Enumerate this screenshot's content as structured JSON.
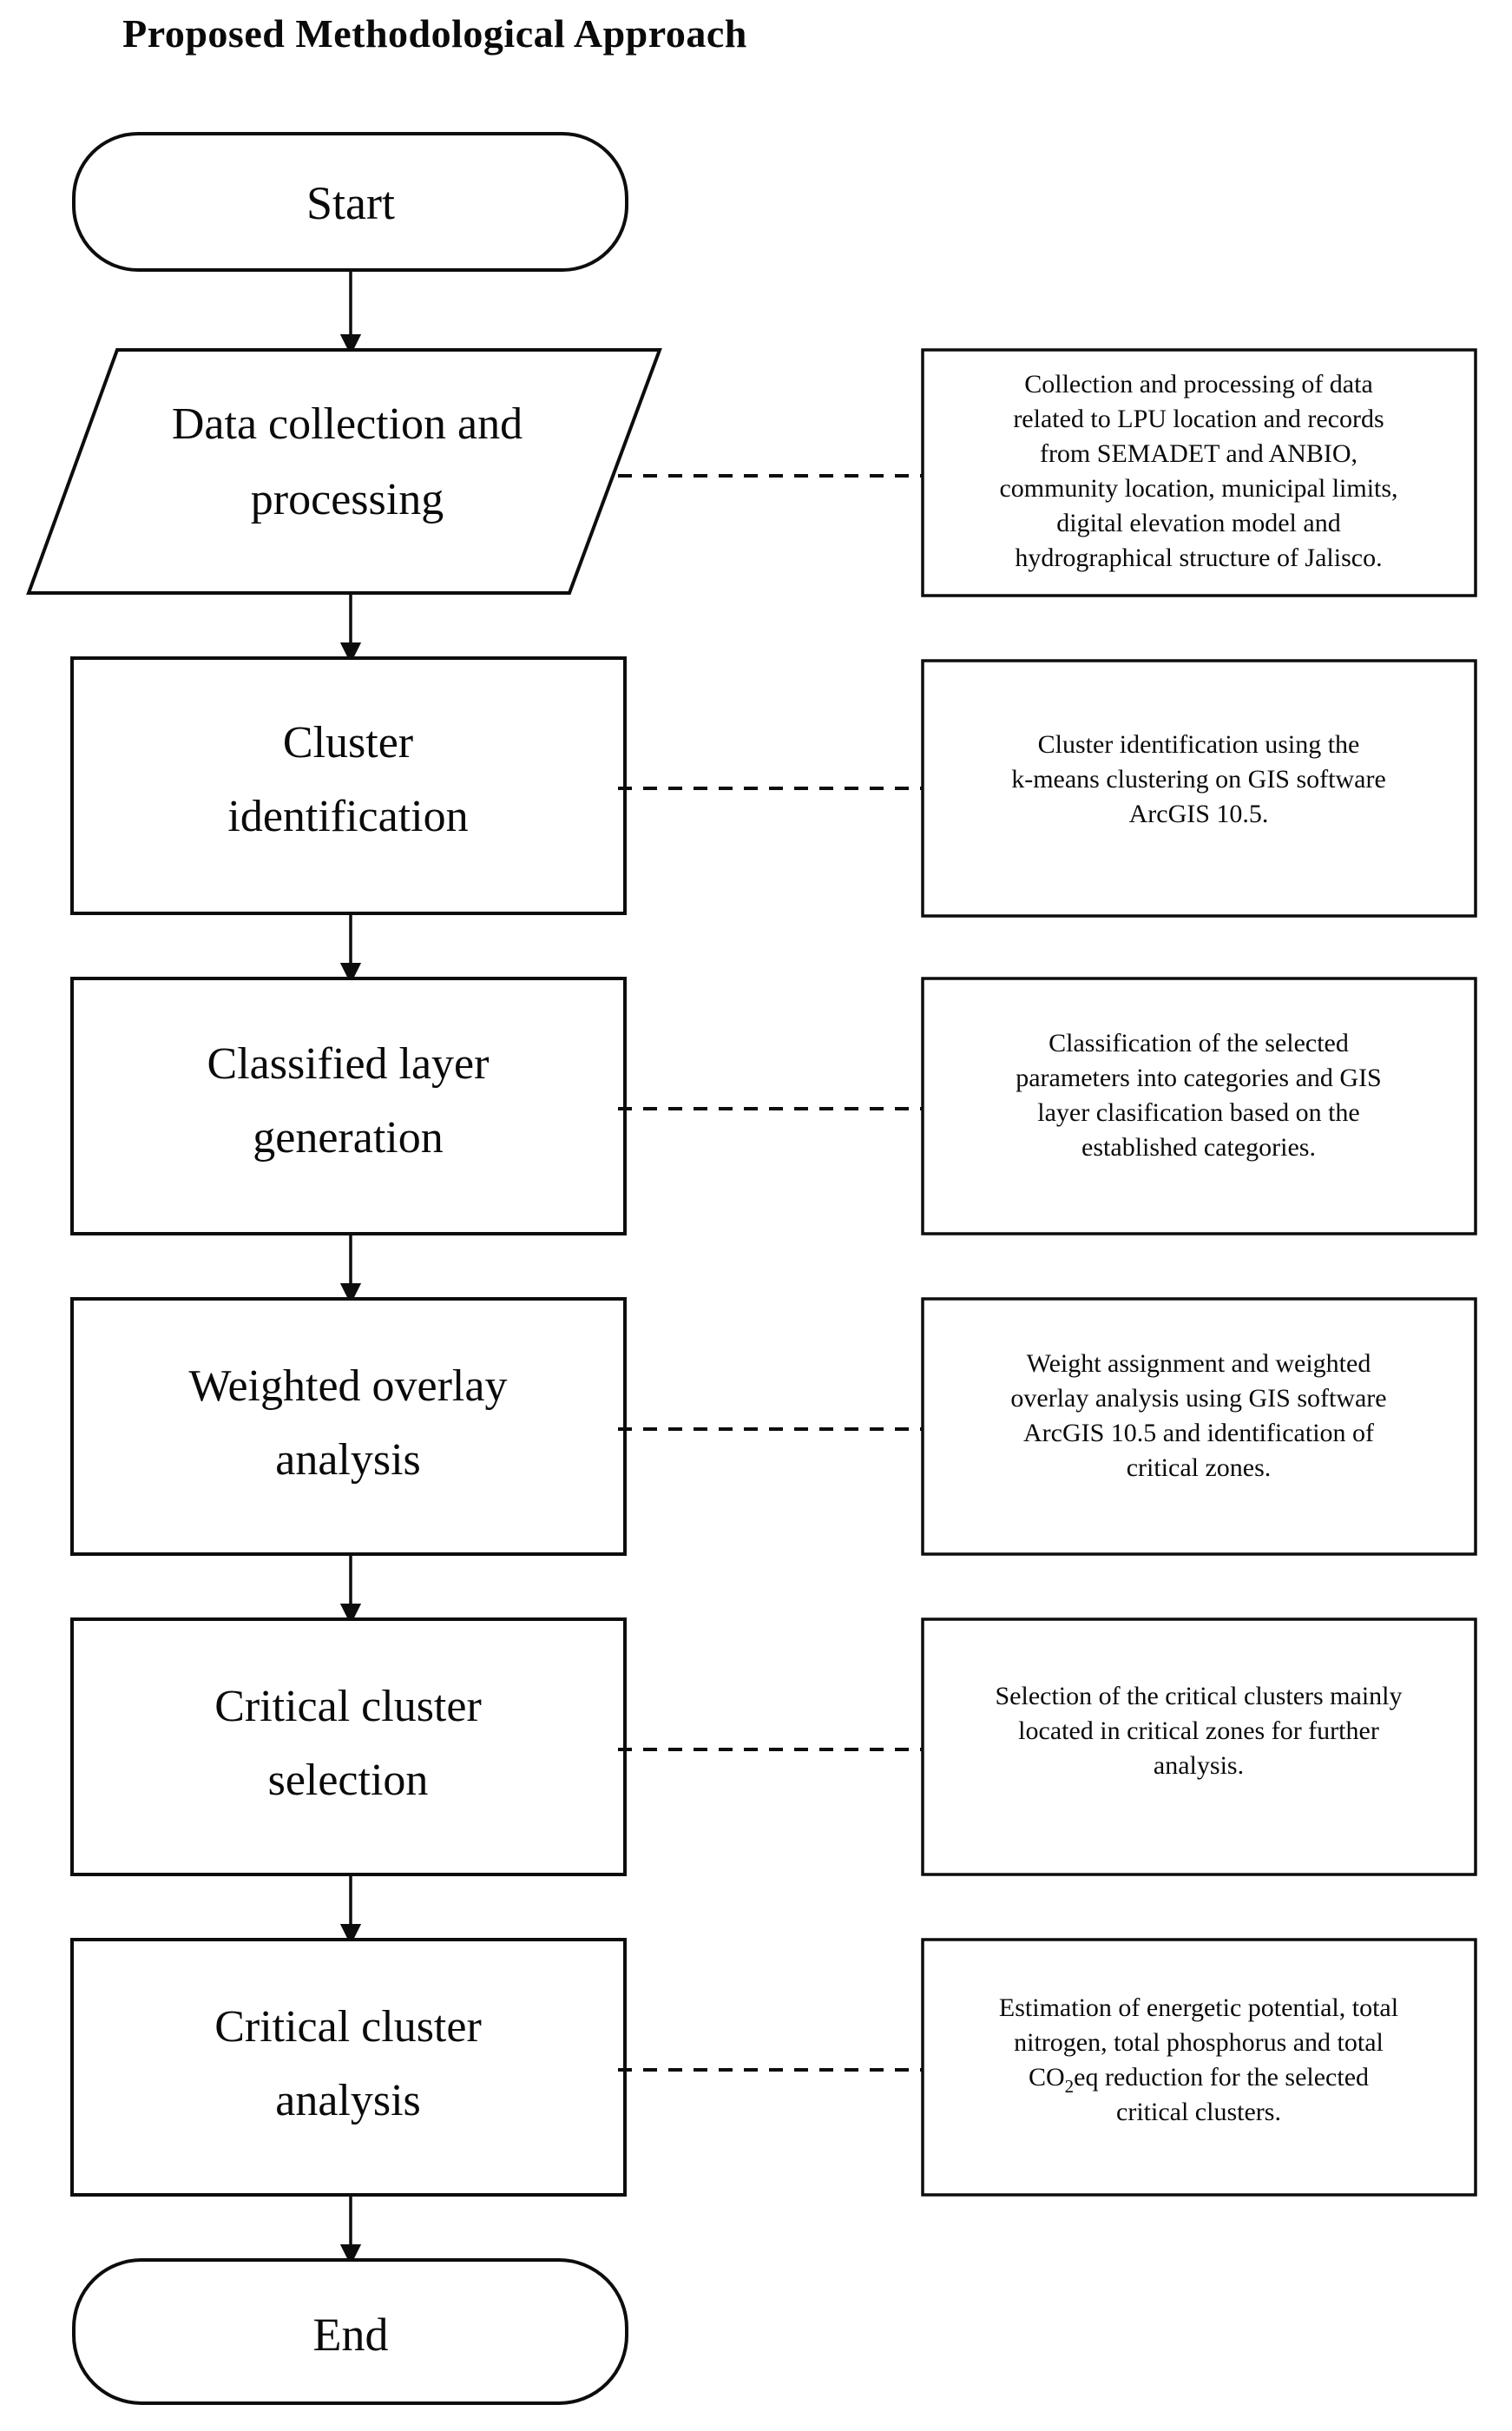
{
  "document": {
    "title": "Proposed Methodological Approach",
    "type": "flowchart",
    "orientation": "top-to-bottom"
  },
  "colors": {
    "background": "#ffffff",
    "stroke": "#0d0d0d",
    "text": "#0a0a0a"
  },
  "flow": {
    "terminators": {
      "start": "Start",
      "end": "End"
    },
    "steps": [
      {
        "id": "data-collection",
        "shape": "parallelogram",
        "label_lines": [
          "Data collection and",
          "processing"
        ],
        "label": "Data collection and processing"
      },
      {
        "id": "cluster-identification",
        "shape": "rectangle",
        "label_lines": [
          "Cluster",
          "identification"
        ],
        "label": "Cluster identification"
      },
      {
        "id": "classified-layer-generation",
        "shape": "rectangle",
        "label_lines": [
          "Classified layer",
          "generation"
        ],
        "label": "Classified layer generation"
      },
      {
        "id": "weighted-overlay-analysis",
        "shape": "rectangle",
        "label_lines": [
          "Weighted overlay",
          "analysis"
        ],
        "label": "Weighted overlay analysis"
      },
      {
        "id": "critical-cluster-selection",
        "shape": "rectangle",
        "label_lines": [
          "Critical cluster",
          "selection"
        ],
        "label": "Critical cluster selection"
      },
      {
        "id": "critical-cluster-analysis",
        "shape": "rectangle",
        "label_lines": [
          "Critical cluster",
          "analysis"
        ],
        "label": "Critical cluster analysis"
      }
    ],
    "notes": [
      {
        "id": "note-data-collection",
        "attached_to": "data-collection",
        "lines": [
          "Collection and processing of data",
          "related to LPU location and records",
          "from SEMADET and ANBIO,",
          "community location, municipal limits,",
          "digital elevation model and",
          "hydrographical structure of Jalisco."
        ],
        "text": "Collection and processing of data related to LPU location and records from SEMADET and ANBIO, community location, municipal limits, digital elevation model and hydrographical structure of Jalisco."
      },
      {
        "id": "note-cluster-identification",
        "attached_to": "cluster-identification",
        "lines": [
          "Cluster identification using the",
          "k-means clustering on GIS software",
          "ArcGIS 10.5."
        ],
        "text": "Cluster identification using the k-means clustering on GIS software ArcGIS 10.5."
      },
      {
        "id": "note-classified-layer-generation",
        "attached_to": "classified-layer-generation",
        "lines": [
          "Classification of the selected",
          "parameters into categories and GIS",
          "layer clasification based on the",
          "established categories."
        ],
        "text": "Classification of the selected parameters into categories and GIS layer clasification based on the established categories."
      },
      {
        "id": "note-weighted-overlay-analysis",
        "attached_to": "weighted-overlay-analysis",
        "lines": [
          "Weight assignment and weighted",
          "overlay analysis using GIS software",
          "ArcGIS 10.5 and identification of",
          "critical zones."
        ],
        "text": "Weight assignment and weighted overlay analysis using GIS software ArcGIS 10.5 and identification of critical zones."
      },
      {
        "id": "note-critical-cluster-selection",
        "attached_to": "critical-cluster-selection",
        "lines": [
          "Selection of the critical clusters mainly",
          "located in critical zones for further",
          "analysis."
        ],
        "text": "Selection of the critical clusters mainly located in critical zones for further analysis."
      },
      {
        "id": "note-critical-cluster-analysis",
        "attached_to": "critical-cluster-analysis",
        "lines_rich": [
          [
            {
              "t": "Estimation of  energetic potential, total"
            }
          ],
          [
            {
              "t": "nitrogen, total phosphorus and total"
            }
          ],
          [
            {
              "t": "CO"
            },
            {
              "t": "2",
              "sub": true
            },
            {
              "t": "eq reduction for the selected"
            }
          ],
          [
            {
              "t": "critical clusters."
            }
          ]
        ],
        "text": "Estimation of  energetic potential, total nitrogen, total phosphorus and total CO2eq reduction for the selected critical clusters."
      }
    ],
    "connector_labels": []
  }
}
